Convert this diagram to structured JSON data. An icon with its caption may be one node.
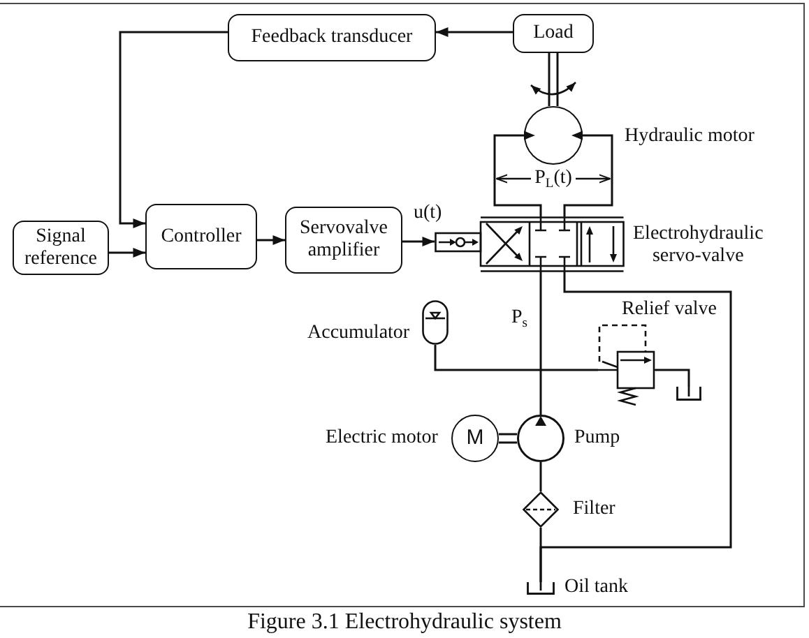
{
  "diagram": {
    "caption": "Figure 3.1 Electrohydraulic system",
    "nodes": [
      {
        "text": [
          "Feedback transducer"
        ]
      },
      {
        "text": [
          "Load"
        ]
      },
      {
        "text": [],
        "shape": "circle",
        "beside": [
          "Hydraulic motor"
        ]
      },
      {
        "text": [
          "Signal reference"
        ]
      },
      {
        "text": [
          "Controller"
        ]
      },
      {
        "text": [
          "Servovalve amplifier"
        ]
      },
      {
        "text": [],
        "shape": "valve",
        "beside": [
          "Electrohydraulic servo-valve"
        ]
      },
      {
        "text": [],
        "shape": "capsule",
        "beside": [
          "Accumulator"
        ]
      },
      {
        "text": [],
        "shape": "valve",
        "beside": [
          "Relief valve"
        ]
      },
      {
        "text": [],
        "shape": "tank"
      },
      {
        "text": [
          "M"
        ],
        "beside": [
          "Electric motor"
        ]
      },
      {
        "text": [],
        "shape": "circle",
        "beside": [
          "Pump"
        ]
      },
      {
        "text": [],
        "shape": "diamond",
        "beside": [
          "Filter"
        ]
      },
      {
        "text": [],
        "shape": "tank",
        "beside": [
          "Oil tank"
        ]
      }
    ],
    "edges": [
      {
        "from": 1,
        "to": 0,
        "arrow": "to"
      },
      {
        "from": 0,
        "to": 4,
        "arrow": "to"
      },
      {
        "from": 3,
        "to": 4,
        "arrow": "to"
      },
      {
        "from": 4,
        "to": 5,
        "arrow": "to"
      },
      {
        "from": 5,
        "to": 6,
        "arrow": "to",
        "label": "u(t)"
      },
      {
        "from": 1,
        "to": 2,
        "arrow": "none"
      },
      {
        "from": 6,
        "to": 2,
        "arrow": "to"
      },
      {
        "from": 6,
        "to": 2,
        "arrow": "to"
      },
      {
        "from": 11,
        "to": 6,
        "arrow": "none",
        "label": "P$_{s}$"
      },
      {
        "from": 6,
        "to": 13,
        "arrow": "none"
      },
      {
        "from": 7,
        "to": 8,
        "arrow": "none"
      },
      {
        "from": 8,
        "to": 9,
        "arrow": "none"
      },
      {
        "from": 10,
        "to": 11,
        "arrow": "none"
      },
      {
        "from": 12,
        "to": 11,
        "arrow": "none"
      },
      {
        "from": 12,
        "to": 13,
        "arrow": "none"
      }
    ],
    "labels": [
      "P$_{L}$(t)"
    ]
  }
}
